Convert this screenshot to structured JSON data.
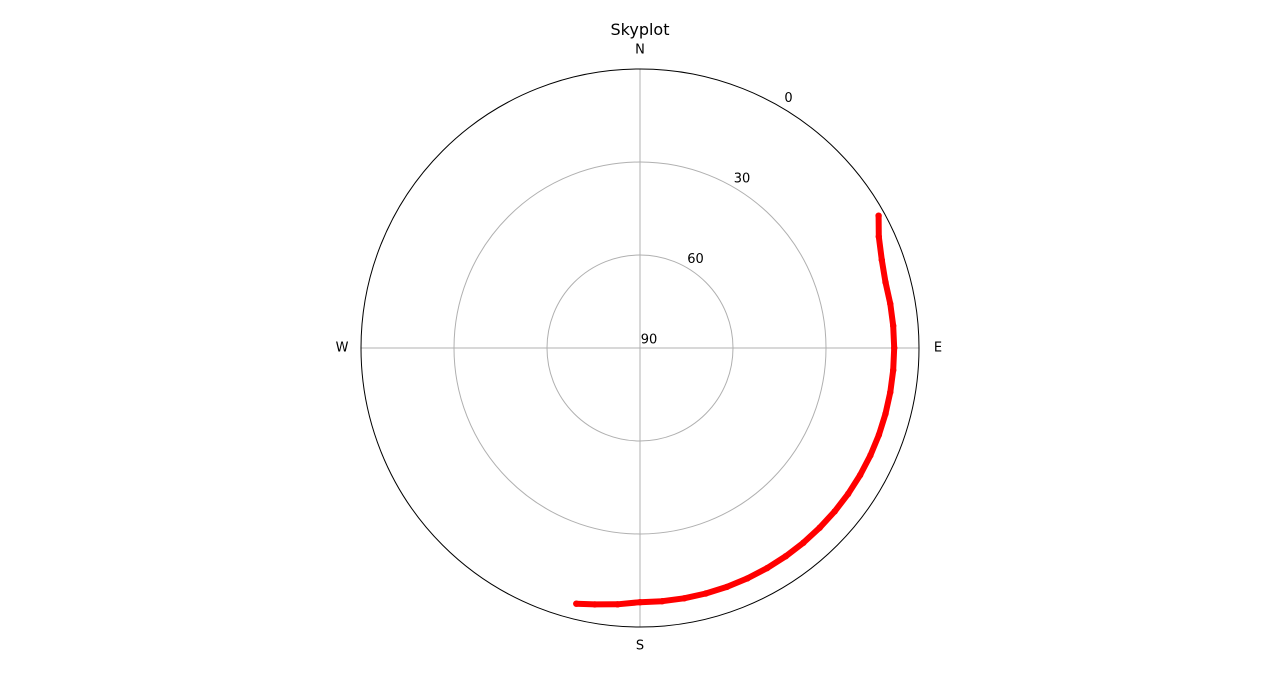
{
  "chart_data": {
    "type": "scatter",
    "projection": "polar",
    "title": "Skyplot",
    "theta_zero_location": "N",
    "theta_direction": "clockwise",
    "direction_labels": [
      "N",
      "E",
      "S",
      "W"
    ],
    "r_axis": {
      "quantity": "elevation",
      "reversed": true,
      "range": [
        0,
        90
      ],
      "tick_values": [
        0,
        30,
        60,
        90
      ],
      "tick_labels": [
        "0",
        "30",
        "60",
        "90"
      ],
      "tick_label_azimuth": 30
    },
    "grid": true,
    "series": [
      {
        "color": "#ff0000",
        "points": [
          {
            "az": 61,
            "el": 2
          },
          {
            "az": 65,
            "el": 5
          },
          {
            "az": 70,
            "el": 7
          },
          {
            "az": 75,
            "el": 8
          },
          {
            "az": 80,
            "el": 8
          },
          {
            "az": 85,
            "el": 8
          },
          {
            "az": 90,
            "el": 8
          },
          {
            "az": 95,
            "el": 8
          },
          {
            "az": 100,
            "el": 8
          },
          {
            "az": 105,
            "el": 8
          },
          {
            "az": 110,
            "el": 8
          },
          {
            "az": 115,
            "el": 8
          },
          {
            "az": 120,
            "el": 8
          },
          {
            "az": 125,
            "el": 8
          },
          {
            "az": 130,
            "el": 8
          },
          {
            "az": 135,
            "el": 8
          },
          {
            "az": 140,
            "el": 8
          },
          {
            "az": 145,
            "el": 8
          },
          {
            "az": 150,
            "el": 8
          },
          {
            "az": 155,
            "el": 8
          },
          {
            "az": 160,
            "el": 8
          },
          {
            "az": 165,
            "el": 8
          },
          {
            "az": 170,
            "el": 8
          },
          {
            "az": 175,
            "el": 8
          },
          {
            "az": 180,
            "el": 8
          },
          {
            "az": 185,
            "el": 7
          },
          {
            "az": 190,
            "el": 6
          },
          {
            "az": 194,
            "el": 5
          }
        ]
      }
    ]
  }
}
